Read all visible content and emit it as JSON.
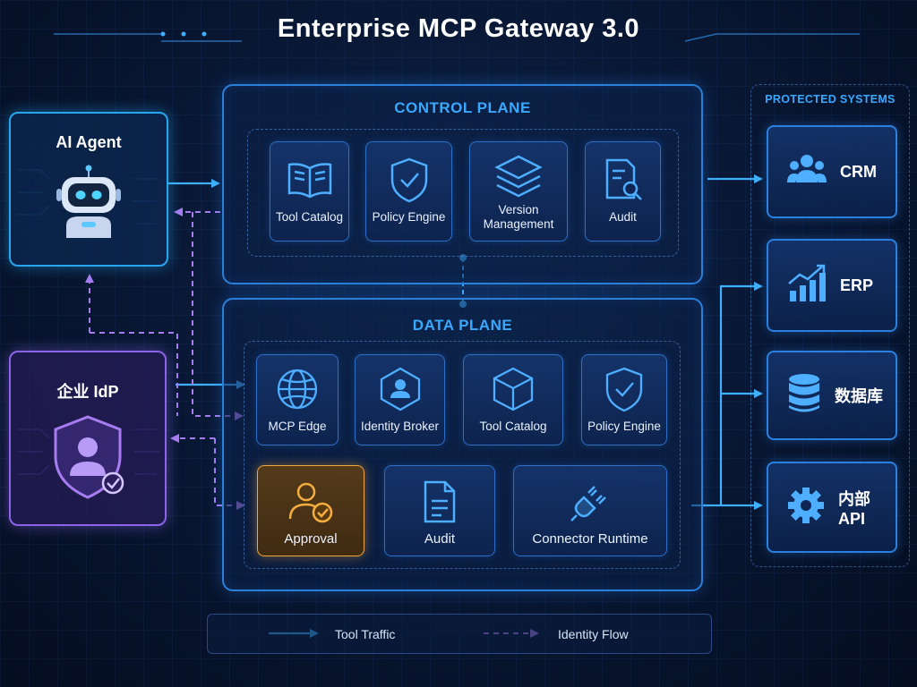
{
  "title": "Enterprise MCP Gateway 3.0",
  "actors": {
    "agent": {
      "label": "AI Agent",
      "icon": "robot-icon"
    },
    "idp": {
      "label": "企业 IdP",
      "icon": "user-shield-icon"
    }
  },
  "control_plane": {
    "title": "CONTROL PLANE",
    "items": [
      {
        "label": "Tool Catalog",
        "icon": "book-icon"
      },
      {
        "label": "Policy Engine",
        "icon": "shield-check-icon"
      },
      {
        "label": "Version Management",
        "icon": "layers-icon"
      },
      {
        "label": "Audit",
        "icon": "document-search-icon"
      }
    ]
  },
  "data_plane": {
    "title": "DATA PLANE",
    "row1": [
      {
        "label": "MCP Edge",
        "icon": "globe-icon"
      },
      {
        "label": "Identity Broker",
        "icon": "identity-hex-icon"
      },
      {
        "label": "Tool Catalog",
        "icon": "cube-icon"
      },
      {
        "label": "Policy Engine",
        "icon": "shield-check-icon"
      }
    ],
    "row2": [
      {
        "label": "Approval",
        "icon": "user-check-icon",
        "highlight": true
      },
      {
        "label": "Audit",
        "icon": "document-icon"
      },
      {
        "label": "Connector Runtime",
        "icon": "plug-icon"
      }
    ]
  },
  "protected": {
    "title": "PROTECTED SYSTEMS",
    "items": [
      {
        "label": "CRM",
        "icon": "users-icon"
      },
      {
        "label": "ERP",
        "icon": "bar-chart-icon"
      },
      {
        "label": "数据库",
        "icon": "database-icon"
      },
      {
        "label": "内部 API",
        "icon": "gear-icon"
      }
    ]
  },
  "legend": {
    "tool_traffic": "Tool Traffic",
    "identity_flow": "Identity Flow"
  },
  "colors": {
    "accent": "#39a8ff",
    "identity": "#a77cf0",
    "highlight": "#f0a83a"
  }
}
